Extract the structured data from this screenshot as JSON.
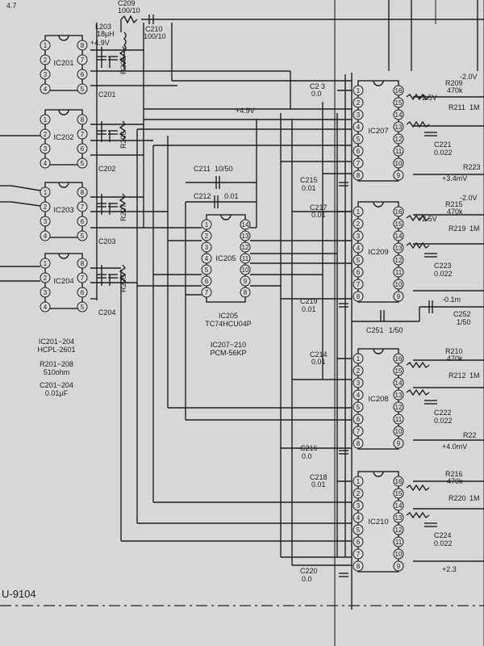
{
  "page": {
    "corner": "4.7",
    "model": "U-9104"
  },
  "notes": {
    "opto_ref": "IC201~204",
    "opto_part": "HCPL-2601",
    "res_ref": "R201~208",
    "res_value": "510ohm",
    "cap_ref": "C201~204",
    "cap_value": "0.01μF",
    "dac_ref": "IC207~210",
    "dac_part": "PCM-56KP"
  },
  "top": {
    "c209": "C209",
    "c209_val": "100/10",
    "l203": "L203",
    "l203_val": "18μH",
    "c210": "C210",
    "c210_val": "100/10"
  },
  "optos": [
    {
      "ref": "IC201",
      "cap": "C201",
      "res": "R205",
      "vcc": "+4.9V"
    },
    {
      "ref": "IC202",
      "cap": "C202",
      "res": "R206",
      "vcc": ""
    },
    {
      "ref": "IC203",
      "cap": "C203",
      "res": "R207",
      "vcc": ""
    },
    {
      "ref": "IC204",
      "cap": "C204",
      "res": "R208",
      "vcc": ""
    }
  ],
  "ic205": {
    "ref": "IC205",
    "label_ref": "IC205",
    "label_part": "TC74HCU04P",
    "c211": "C211",
    "c211_val": "10/50",
    "c212": "C212",
    "c212_val": "0.01",
    "rail": "+4.9V"
  },
  "dacs": [
    {
      "ref": "IC207",
      "cin": "C2 3",
      "cin_val": "0.0",
      "cin2": "C215",
      "cin2_val": "0.01",
      "rtop": "R209",
      "rtop_val": "470k",
      "rbot": "R211",
      "rbot_val": "1M",
      "cout": "C221",
      "cout_val": "0.022",
      "v1": "-2.0V",
      "v2": "+2.5V",
      "v3": "+3.4mV",
      "rside": "R223"
    },
    {
      "ref": "IC209",
      "cin": "C217",
      "cin_val": "0.01",
      "cin2": "C219",
      "cin2_val": "0.01",
      "rtop": "R215",
      "rtop_val": "470k",
      "rbot": "R219",
      "rbot_val": "1M",
      "cout": "C223",
      "cout_val": "0.022",
      "v1": "-2.0V",
      "v2": "+2.5V",
      "v3": "-0.1m",
      "c251": "C251",
      "c251_val": "1/50",
      "c252": "C252",
      "c252_val": "1/50"
    },
    {
      "ref": "IC208",
      "cin": "C214",
      "cin_val": "0.01",
      "cin2": "C216",
      "cin2_val": "0.0",
      "rtop": "R210",
      "rtop_val": "470k",
      "rbot": "R212",
      "rbot_val": "1M",
      "cout": "C222",
      "cout_val": "0.022",
      "v3": "+4.0mV",
      "rside": "R22"
    },
    {
      "ref": "IC210",
      "cin": "C218",
      "cin_val": "0.01",
      "cin2": "C220",
      "cin2_val": "0.0",
      "rtop": "R216",
      "rtop_val": "470k",
      "rbot": "R220",
      "rbot_val": "1M",
      "cout": "C224",
      "cout_val": "0.022",
      "v3": "+2.3"
    }
  ]
}
